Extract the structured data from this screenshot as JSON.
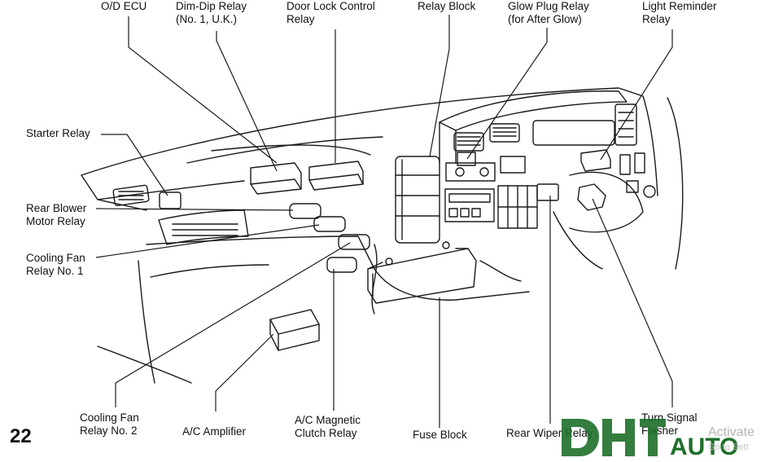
{
  "page_number": "22",
  "labels": {
    "od_ecu": [
      "O/D ECU"
    ],
    "dim_dip": [
      "Dim-Dip Relay",
      "(No. 1, U.K.)"
    ],
    "door_lock": [
      "Door Lock Control",
      "Relay"
    ],
    "relay_block": [
      "Relay Block"
    ],
    "glow_plug": [
      "Glow Plug Relay",
      "(for After Glow)"
    ],
    "light_reminder": [
      "Light Reminder",
      "Relay"
    ],
    "starter": [
      "Starter Relay"
    ],
    "rear_blower": [
      "Rear Blower",
      "Motor Relay"
    ],
    "cooling_fan_1": [
      "Cooling Fan",
      "Relay No. 1"
    ],
    "cooling_fan_2": [
      "Cooling Fan",
      "Relay No. 2"
    ],
    "ac_amplifier": [
      "A/C Amplifier"
    ],
    "ac_magnetic": [
      "A/C Magnetic",
      "Clutch Relay"
    ],
    "fuse_block": [
      "Fuse Block"
    ],
    "rear_wiper": [
      "Rear Wiper Relay"
    ],
    "turn_signal": [
      "Turn Signal",
      "Flasher"
    ]
  },
  "watermark": {
    "brand": "AUTO",
    "activate_line1": "Activate",
    "activate_line2": "Go to Sett"
  }
}
